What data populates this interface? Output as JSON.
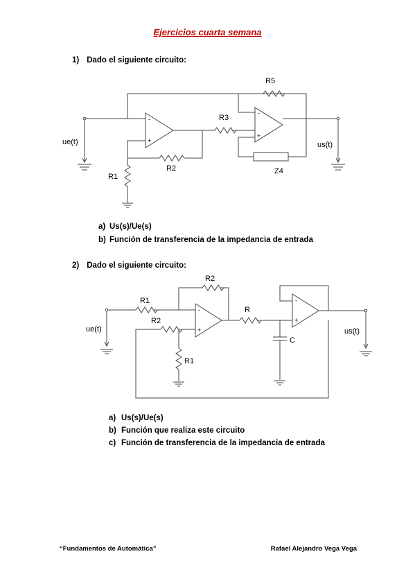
{
  "title": "Ejercicios cuarta semana",
  "exercise1": {
    "number": "1)",
    "heading": "Dado el siguiente circuito:",
    "questions": [
      {
        "label": "a)",
        "text": "Us(s)/Ue(s)"
      },
      {
        "label": "b)",
        "text": "Función de transferencia de la impedancia de entrada"
      }
    ],
    "circuit": {
      "input": "ue(t)",
      "output": "us(t)",
      "r1": "R1",
      "r2": "R2",
      "r3": "R3",
      "r5": "R5",
      "z4": "Z4",
      "minus": "-",
      "plus": "+"
    }
  },
  "exercise2": {
    "number": "2)",
    "heading": "Dado el siguiente circuito:",
    "questions": [
      {
        "label": "a)",
        "text": "Us(s)/Ue(s)"
      },
      {
        "label": "b)",
        "text": "Función que realiza este circuito"
      },
      {
        "label": "c)",
        "text": "Función de transferencia de la impedancia de entrada"
      }
    ],
    "circuit": {
      "input": "ue(t)",
      "output": "us(t)",
      "r1": "R1",
      "r2": "R2",
      "r": "R",
      "c": "C",
      "minus": "-",
      "plus": "+"
    }
  },
  "footer": {
    "left": "“Fundamentos de Automática”",
    "right": "Rafael Alejandro Vega Vega"
  }
}
